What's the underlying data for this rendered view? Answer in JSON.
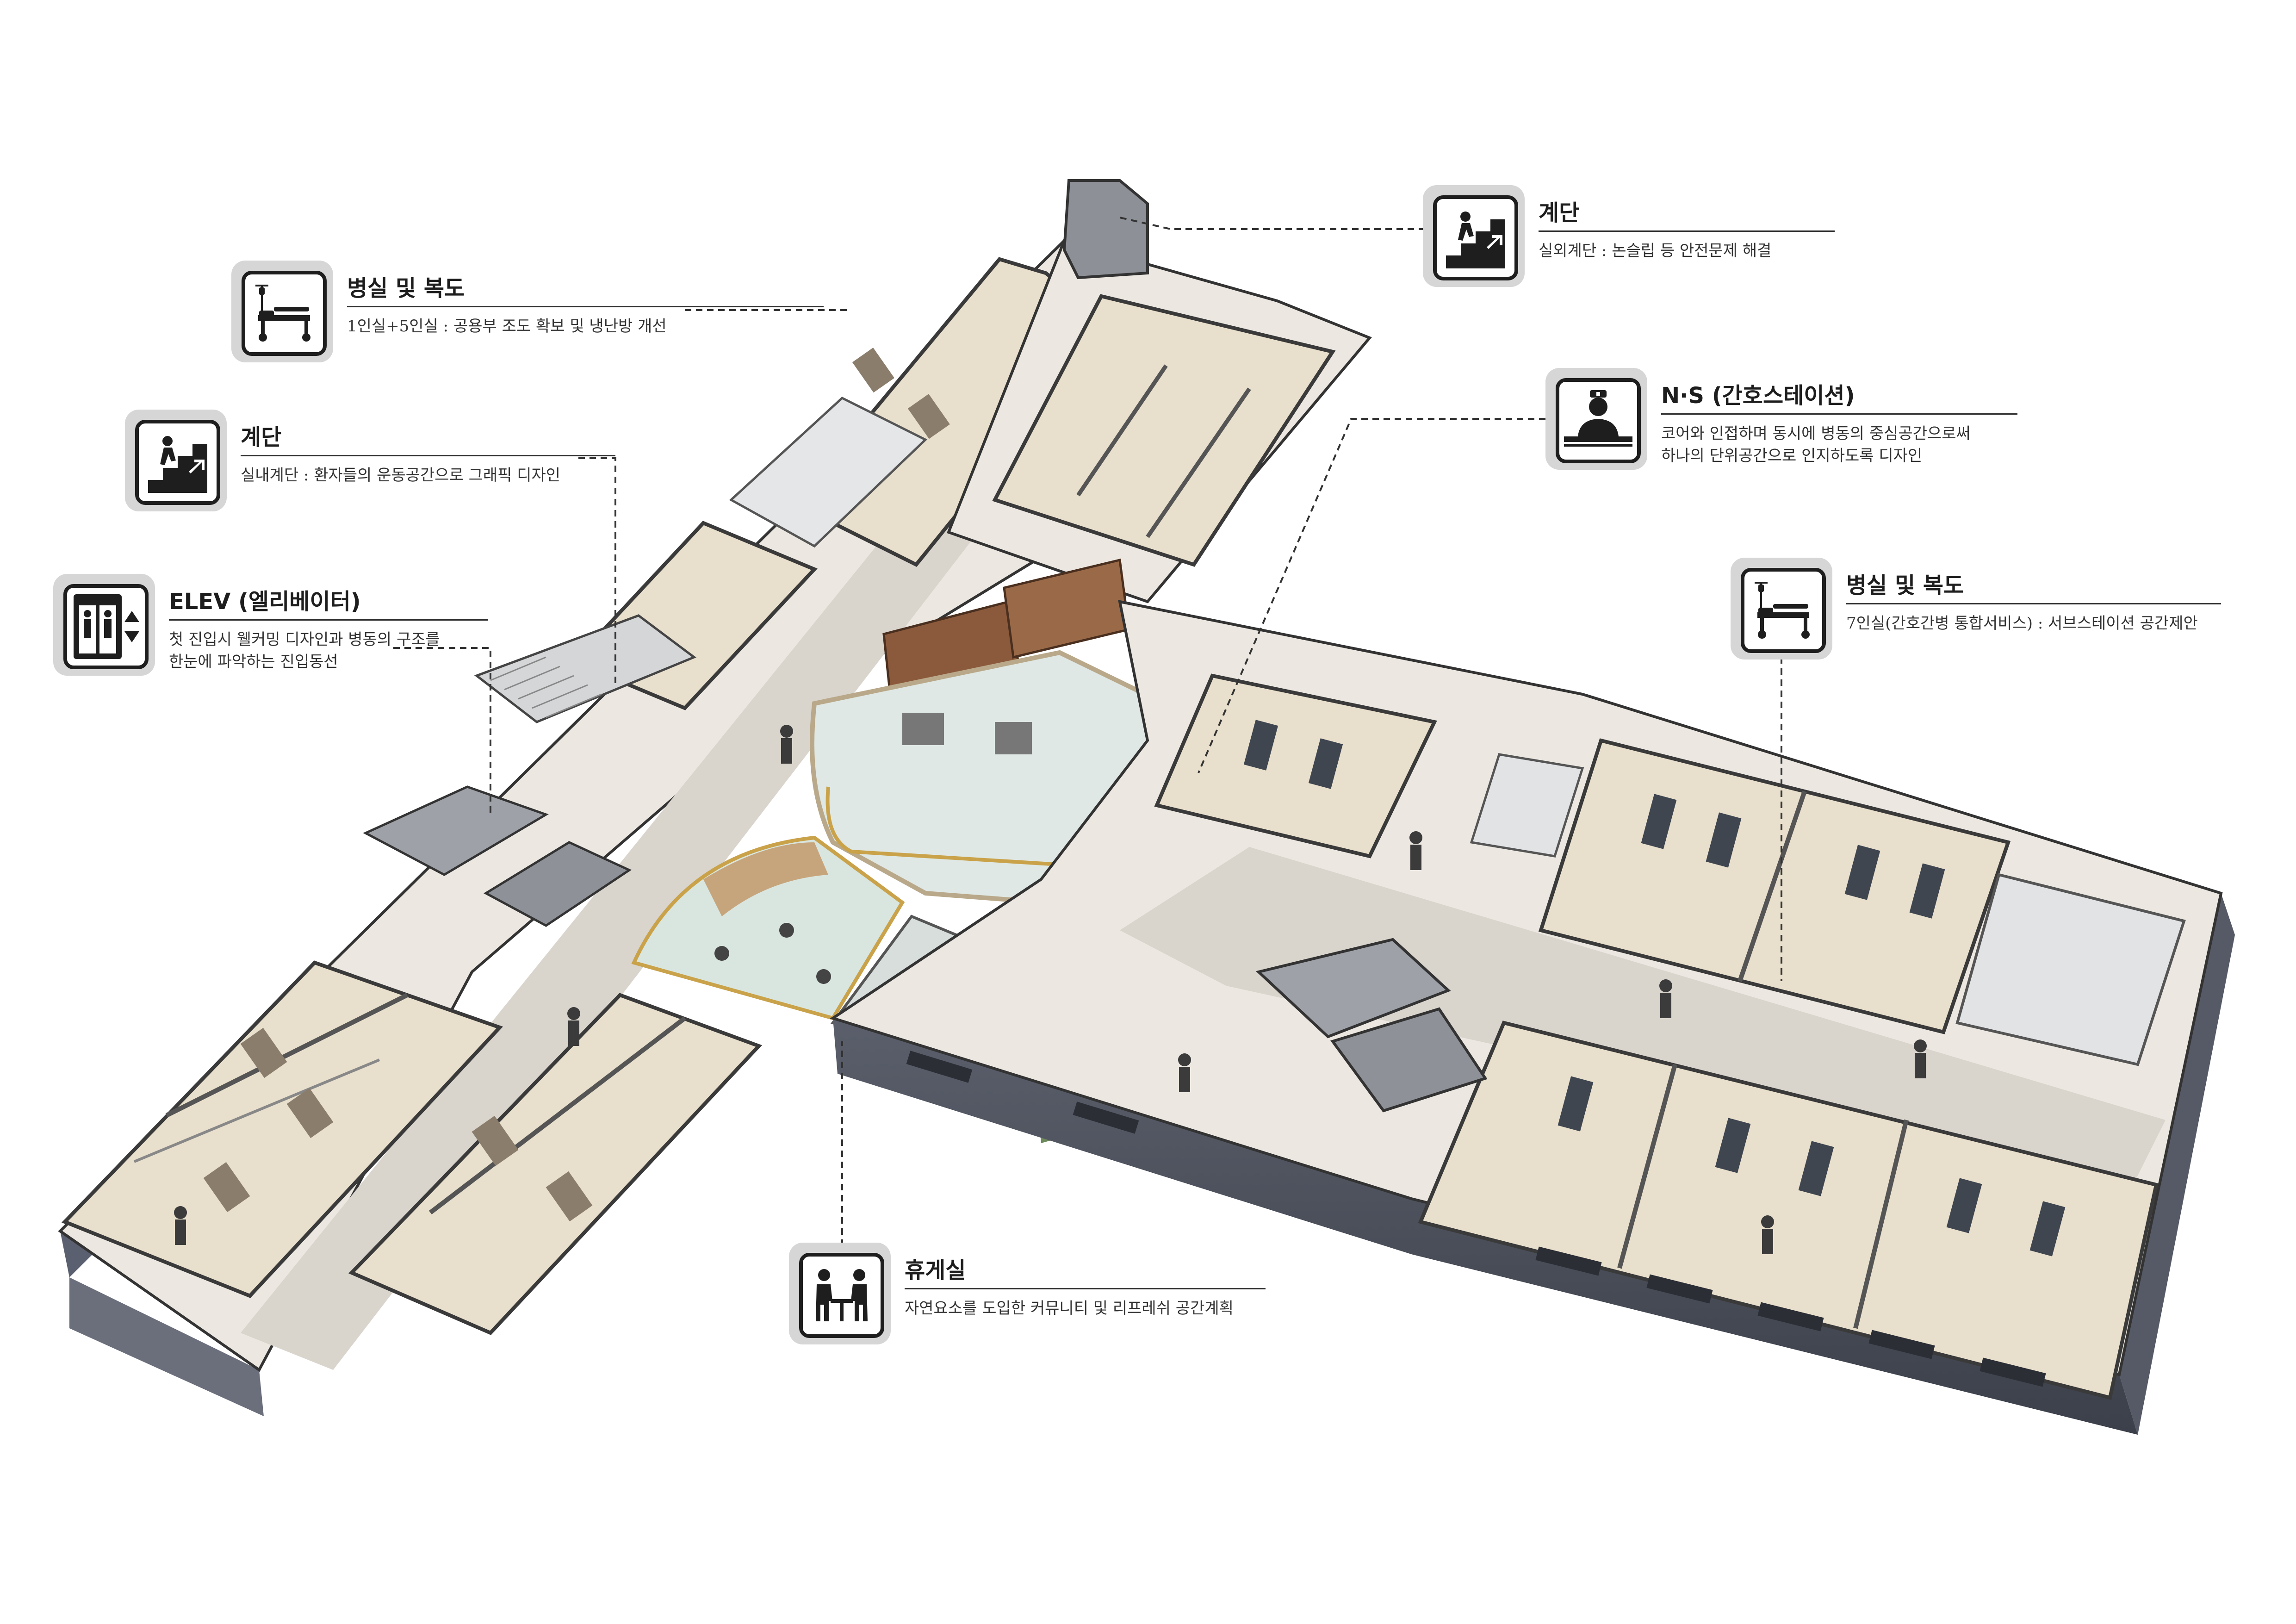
{
  "callouts": {
    "room_corridor_1": {
      "icon": "hospital-bed-icon",
      "title": "병실 및 복도",
      "desc": [
        "1인실+5인실 : 공용부 조도 확보 및 냉난방 개선"
      ]
    },
    "stairs_indoor": {
      "icon": "stairs-icon",
      "title": "계단",
      "desc": [
        "실내계단 : 환자들의 운동공간으로 그래픽 디자인"
      ]
    },
    "elevator": {
      "icon": "elevator-icon",
      "title": "ELEV (엘리베이터)",
      "desc": [
        "첫 진입시 웰커밍 디자인과 병동의 구조를",
        "한눈에 파악하는 진입동선"
      ]
    },
    "stairs_outdoor": {
      "icon": "stairs-icon",
      "title": "계단",
      "desc": [
        "실외계단 : 논슬립 등 안전문제 해결"
      ]
    },
    "nurse_station": {
      "icon": "nurse-icon",
      "title": "N·S (간호스테이션)",
      "desc": [
        "코어와 인접하며 동시에 병동의 중심공간으로써",
        "하나의 단위공간으로 인지하도록 디자인"
      ]
    },
    "room_corridor_2": {
      "icon": "hospital-bed-icon",
      "title": "병실 및 복도",
      "desc": [
        "7인실(간호간병 통합서비스) : 서브스테이션 공간제안"
      ]
    },
    "lounge": {
      "icon": "lounge-table-icon",
      "title": "휴게실",
      "desc": [
        "자연요소를 도입한 커뮤니티 및 리프레쉬 공간계획"
      ]
    }
  },
  "colors": {
    "floor": "#d9d4cc",
    "room_floor": "#e8dfcc",
    "wall_top": "#f4f4f4",
    "wall_side": "#4a4e5a",
    "accent_wood": "#8b5a3c",
    "accent_gold": "#c9a24a",
    "glass": "#cfd6d8"
  }
}
